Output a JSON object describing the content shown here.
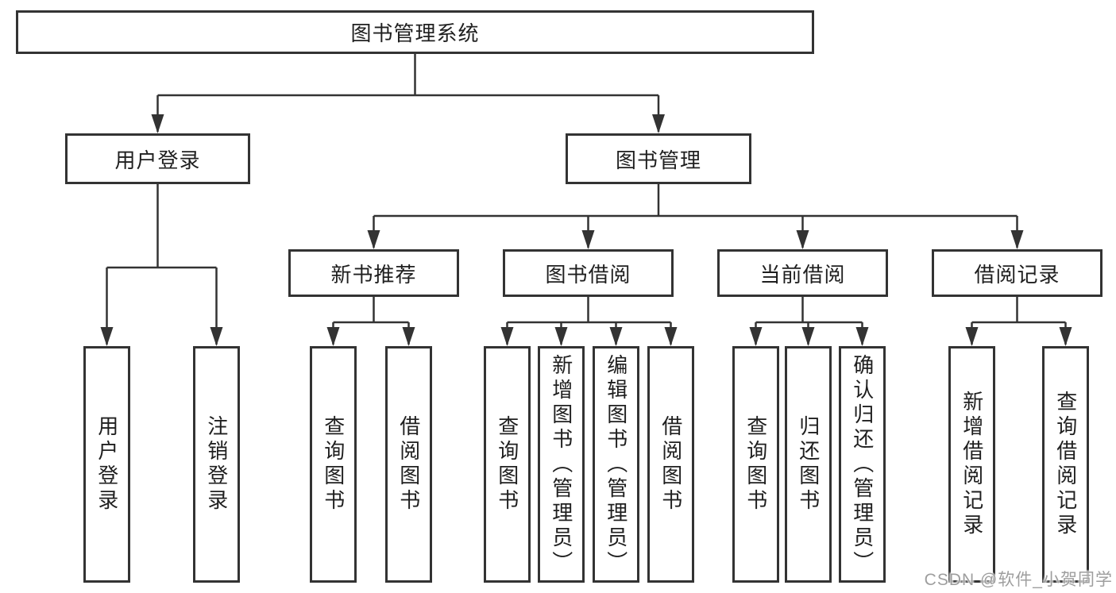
{
  "diagram": {
    "root": {
      "label": "图书管理系统"
    },
    "branches": [
      {
        "label": "用户登录",
        "children": [
          {
            "label": "用户登录"
          },
          {
            "label": "注销登录"
          }
        ]
      },
      {
        "label": "图书管理",
        "groups": [
          {
            "label": "新书推荐",
            "children": [
              {
                "label": "查询图书"
              },
              {
                "label": "借阅图书"
              }
            ]
          },
          {
            "label": "图书借阅",
            "children": [
              {
                "label": "查询图书"
              },
              {
                "label": "新增图书（管理员）"
              },
              {
                "label": "编辑图书（管理员）"
              },
              {
                "label": "借阅图书"
              }
            ]
          },
          {
            "label": "当前借阅",
            "children": [
              {
                "label": "查询图书"
              },
              {
                "label": "归还图书"
              },
              {
                "label": "确认归还（管理员）"
              }
            ]
          },
          {
            "label": "借阅记录",
            "children": [
              {
                "label": "新增借阅记录"
              },
              {
                "label": "查询借阅记录"
              }
            ]
          }
        ]
      }
    ]
  },
  "watermark": {
    "text": "CSDN @软件_小贺同学"
  },
  "colors": {
    "line": "#333333",
    "box_border": "#333333",
    "text": "#1f1f1f",
    "watermark": "#9e9e9e",
    "background": "#ffffff"
  }
}
